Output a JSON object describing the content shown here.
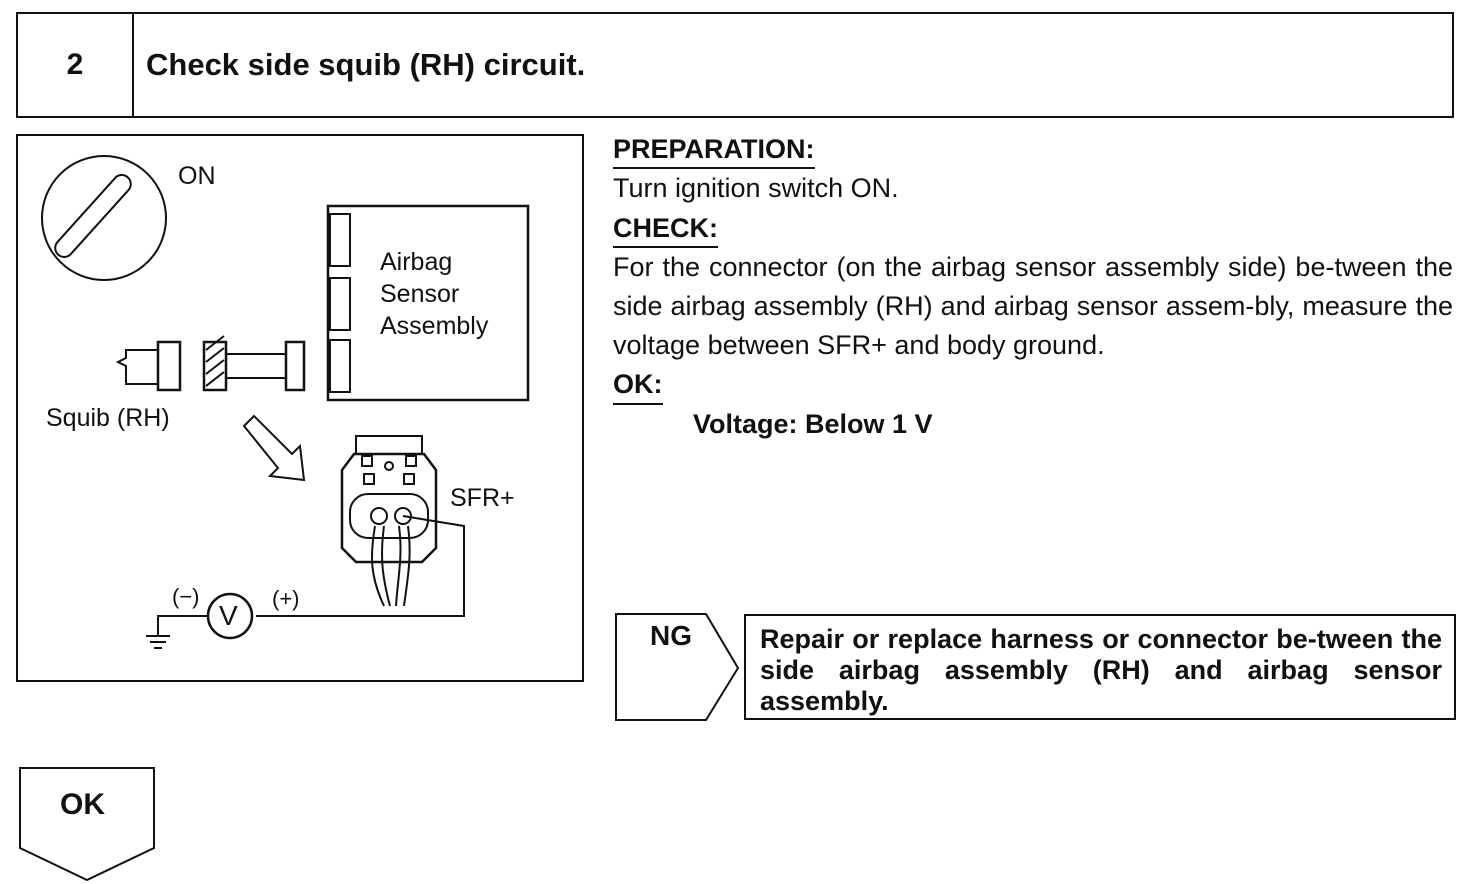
{
  "step": {
    "number": "2",
    "title": "Check side squib (RH) circuit."
  },
  "diagram": {
    "ignition_label": "ON",
    "sensor_label_lines": [
      "Airbag",
      "Sensor",
      "Assembly"
    ],
    "squib_label": "Squib (RH)",
    "terminal_label": "SFR+",
    "meter_minus": "(−)",
    "meter_plus": "(+)",
    "meter_symbol": "V"
  },
  "instructions": {
    "preparation_heading": "PREPARATION:",
    "preparation_text": "Turn ignition switch ON.",
    "check_heading": "CHECK:",
    "check_text": "For the connector (on the airbag sensor assembly side) be-tween the side airbag assembly (RH) and airbag sensor assem-bly, measure the voltage between SFR+ and body ground.",
    "ok_heading": "OK:",
    "ok_value": "Voltage: Below 1 V"
  },
  "results": {
    "ng_label": "NG",
    "ng_action": "Repair or replace harness or connector be-tween the side airbag assembly (RH) and airbag sensor assembly.",
    "ok_label": "OK"
  }
}
